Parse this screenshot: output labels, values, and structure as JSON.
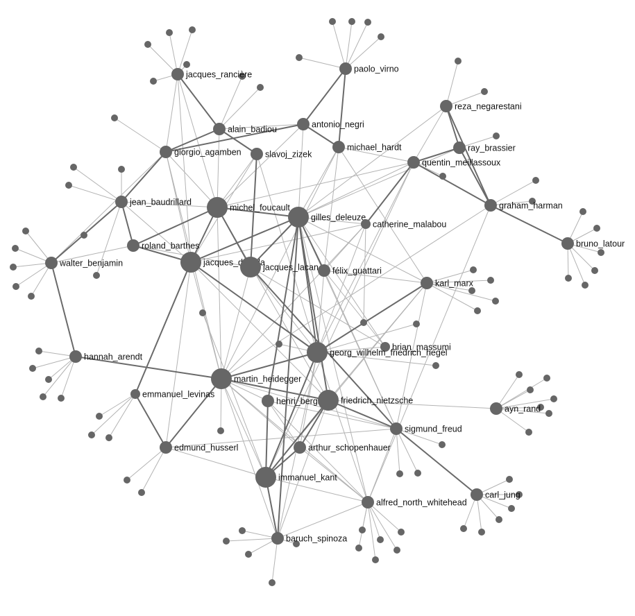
{
  "diagram": {
    "type": "force-directed-network",
    "colors": {
      "node": "#666666",
      "edge_strong": "#6a6a6a",
      "edge_weak": "#b3b3b3",
      "label": "#111111"
    },
    "nodes": [
      {
        "id": "jacques_ranciere",
        "label": "jacques_rancière",
        "size": "medium"
      },
      {
        "id": "paolo_virno",
        "label": "paolo_virno",
        "size": "medium"
      },
      {
        "id": "reza_negarestani",
        "label": "reza_negarestani",
        "size": "medium"
      },
      {
        "id": "alain_badiou",
        "label": "alain_badiou",
        "size": "medium"
      },
      {
        "id": "antonio_negri",
        "label": "antonio_negri",
        "size": "medium"
      },
      {
        "id": "ray_brassier",
        "label": "ray_brassier",
        "size": "medium"
      },
      {
        "id": "giorgio_agamben",
        "label": "giorgio_agamben",
        "size": "medium"
      },
      {
        "id": "slavoj_zizek",
        "label": "slavoj_zizek",
        "size": "medium"
      },
      {
        "id": "michael_hardt",
        "label": "michael_hardt",
        "size": "medium"
      },
      {
        "id": "quentin_meillassoux",
        "label": "quentin_meillassoux",
        "size": "medium"
      },
      {
        "id": "jean_baudrillard",
        "label": "jean_baudrillard",
        "size": "medium"
      },
      {
        "id": "michel_foucault",
        "label": "michel_foucault",
        "size": "large"
      },
      {
        "id": "gilles_deleuze",
        "label": "gilles_deleuze",
        "size": "large"
      },
      {
        "id": "graham_harman",
        "label": "graham_harman",
        "size": "medium"
      },
      {
        "id": "catherine_malabou",
        "label": "catherine_malabou",
        "size": "small"
      },
      {
        "id": "bruno_latour",
        "label": "bruno_latour",
        "size": "medium"
      },
      {
        "id": "roland_barthes",
        "label": "roland_barthes",
        "size": "medium"
      },
      {
        "id": "walter_benjamin",
        "label": "walter_benjamin",
        "size": "medium"
      },
      {
        "id": "jacques_derrida",
        "label": "jacques_derrida",
        "size": "large"
      },
      {
        "id": "jacques_lacan",
        "label": "jacques_lacan",
        "size": "large"
      },
      {
        "id": "felix_guattari",
        "label": "félix_guattari",
        "size": "medium"
      },
      {
        "id": "karl_marx",
        "label": "karl_marx",
        "size": "medium"
      },
      {
        "id": "brian_massumi",
        "label": "brian_massumi",
        "size": "small"
      },
      {
        "id": "hegel",
        "label": "georg_wilhelm_friedrich_hegel",
        "size": "large"
      },
      {
        "id": "hannah_arendt",
        "label": "hannah_arendt",
        "size": "medium"
      },
      {
        "id": "martin_heidegger",
        "label": "martin_heidegger",
        "size": "large"
      },
      {
        "id": "emmanuel_levinas",
        "label": "emmanuel_levinas",
        "size": "small"
      },
      {
        "id": "henri_bergson",
        "label": "henri_bergson",
        "size": "medium"
      },
      {
        "id": "friedrich_nietzsche",
        "label": "friedrich_nietzsche",
        "size": "large"
      },
      {
        "id": "ayn_rand",
        "label": "ayn_rand",
        "size": "medium"
      },
      {
        "id": "sigmund_freud",
        "label": "sigmund_freud",
        "size": "medium"
      },
      {
        "id": "edmund_husserl",
        "label": "edmund_husserl",
        "size": "medium"
      },
      {
        "id": "arthur_schopenhauer",
        "label": "arthur_schopenhauer",
        "size": "medium"
      },
      {
        "id": "immanuel_kant",
        "label": "immanuel_kant",
        "size": "large"
      },
      {
        "id": "carl_jung",
        "label": "carl_jung",
        "size": "medium"
      },
      {
        "id": "alfred_north_whitehead",
        "label": "alfred_north_whitehead",
        "size": "medium"
      },
      {
        "id": "baruch_spinoza",
        "label": "baruch_spinoza",
        "size": "medium"
      }
    ],
    "strong_links": [
      [
        "jacques_ranciere",
        "alain_badiou"
      ],
      [
        "paolo_virno",
        "antonio_negri"
      ],
      [
        "paolo_virno",
        "michael_hardt"
      ],
      [
        "antonio_negri",
        "michael_hardt"
      ],
      [
        "antonio_negri",
        "giorgio_agamben"
      ],
      [
        "alain_badiou",
        "slavoj_zizek"
      ],
      [
        "alain_badiou",
        "giorgio_agamben"
      ],
      [
        "giorgio_agamben",
        "jean_baudrillard"
      ],
      [
        "jean_baudrillard",
        "walter_benjamin"
      ],
      [
        "jean_baudrillard",
        "roland_barthes"
      ],
      [
        "walter_benjamin",
        "hannah_arendt"
      ],
      [
        "hannah_arendt",
        "martin_heidegger"
      ],
      [
        "roland_barthes",
        "michel_foucault"
      ],
      [
        "roland_barthes",
        "jacques_derrida"
      ],
      [
        "michel_foucault",
        "gilles_deleuze"
      ],
      [
        "michel_foucault",
        "jacques_derrida"
      ],
      [
        "michel_foucault",
        "jacques_lacan"
      ],
      [
        "gilles_deleuze",
        "felix_guattari"
      ],
      [
        "gilles_deleuze",
        "jacques_lacan"
      ],
      [
        "gilles_deleuze",
        "jacques_derrida"
      ],
      [
        "gilles_deleuze",
        "hegel"
      ],
      [
        "gilles_deleuze",
        "friedrich_nietzsche"
      ],
      [
        "gilles_deleuze",
        "henri_bergson"
      ],
      [
        "gilles_deleuze",
        "baruch_spinoza"
      ],
      [
        "slavoj_zizek",
        "jacques_lacan"
      ],
      [
        "jacques_derrida",
        "emmanuel_levinas"
      ],
      [
        "jacques_derrida",
        "hegel"
      ],
      [
        "jacques_lacan",
        "sigmund_freud"
      ],
      [
        "emmanuel_levinas",
        "edmund_husserl"
      ],
      [
        "edmund_husserl",
        "martin_heidegger"
      ],
      [
        "martin_heidegger",
        "hegel"
      ],
      [
        "martin_heidegger",
        "friedrich_nietzsche"
      ],
      [
        "hegel",
        "karl_marx"
      ],
      [
        "hegel",
        "immanuel_kant"
      ],
      [
        "friedrich_nietzsche",
        "sigmund_freud"
      ],
      [
        "friedrich_nietzsche",
        "arthur_schopenhauer"
      ],
      [
        "friedrich_nietzsche",
        "immanuel_kant"
      ],
      [
        "sigmund_freud",
        "carl_jung"
      ],
      [
        "arthur_schopenhauer",
        "immanuel_kant"
      ],
      [
        "henri_bergson",
        "immanuel_kant"
      ],
      [
        "quentin_meillassoux",
        "ray_brassier"
      ],
      [
        "quentin_meillassoux",
        "graham_harman"
      ],
      [
        "quentin_meillassoux",
        "catherine_malabou"
      ],
      [
        "ray_brassier",
        "graham_harman"
      ],
      [
        "ray_brassier",
        "reza_negarestani"
      ],
      [
        "reza_negarestani",
        "graham_harman"
      ],
      [
        "graham_harman",
        "bruno_latour"
      ],
      [
        "immanuel_kant",
        "baruch_spinoza"
      ]
    ]
  }
}
